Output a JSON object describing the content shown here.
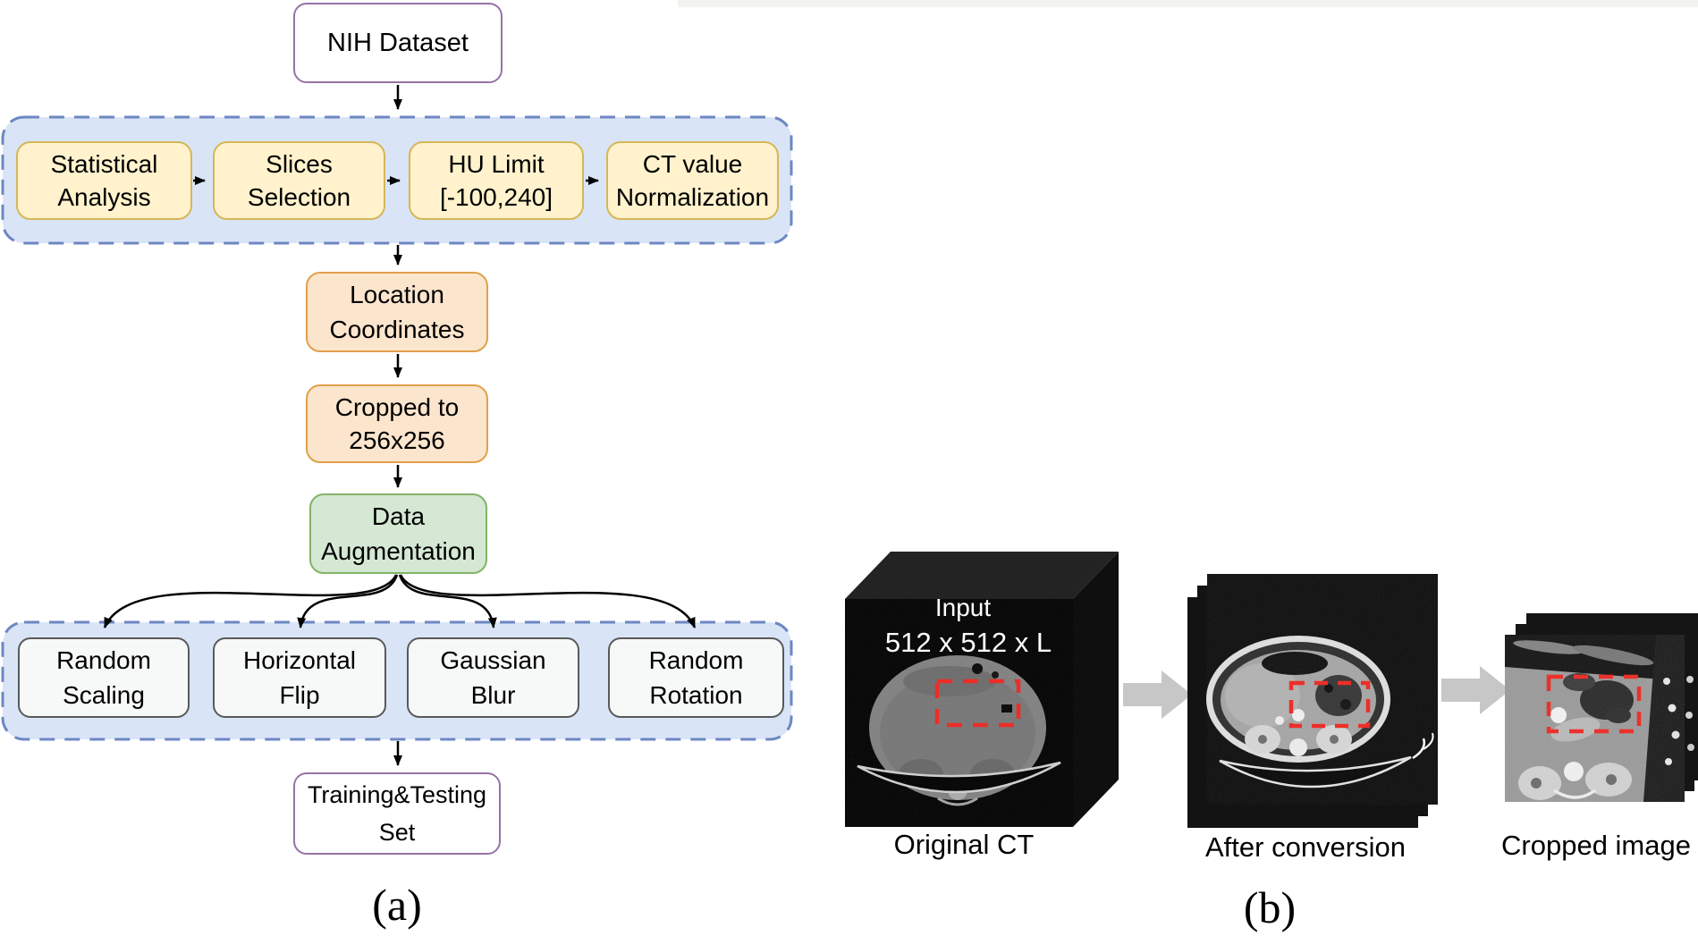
{
  "figure": {
    "panel_a_label": "(a)",
    "panel_b_label": "(b)"
  },
  "flowchart": {
    "source": {
      "label": "NIH Dataset"
    },
    "preprocessing": {
      "steps": [
        {
          "line1": "Statistical",
          "line2": "Analysis"
        },
        {
          "line1": "Slices",
          "line2": "Selection"
        },
        {
          "line1": "HU Limit",
          "line2": "[-100,240]"
        },
        {
          "line1": "CT value",
          "line2": "Normalization"
        }
      ]
    },
    "location": {
      "line1": "Location",
      "line2": "Coordinates"
    },
    "crop": {
      "line1": "Cropped to",
      "line2": "256x256"
    },
    "augmentation": {
      "line1": "Data",
      "line2": "Augmentation"
    },
    "augment_methods": [
      {
        "line1": "Random",
        "line2": "Scaling"
      },
      {
        "line1": "Horizontal",
        "line2": "Flip"
      },
      {
        "line1": "Gaussian",
        "line2": "Blur"
      },
      {
        "line1": "Random",
        "line2": "Rotation"
      }
    ],
    "output": {
      "line1": "Training&Testing",
      "line2": "Set"
    }
  },
  "panel_b": {
    "input_cube": {
      "caption_line1": "Input",
      "caption_line2": "512 x 512 x L",
      "label": "Original CT"
    },
    "converted_stack": {
      "label": "After conversion"
    },
    "cropped_stack": {
      "label": "Cropped image"
    }
  },
  "colors": {
    "dataset_box_border": "#9673a6",
    "preprocess_box_fill": "#fff2cc",
    "preprocess_box_border": "#d6b656",
    "container_fill": "#d9e5f7",
    "container_border": "#6d87c2",
    "coordinates_box_fill": "#fce5cd",
    "coordinates_box_border": "#e0a04a",
    "augmentation_box_fill": "#d5e8d4",
    "augmentation_box_border": "#82b366",
    "method_box_fill": "#f7f9f9",
    "method_box_border": "#595959",
    "roi_dashed_red": "#ee2a23",
    "flow_arrow": "#000000",
    "block_arrow_gray": "#c7c7c7"
  }
}
